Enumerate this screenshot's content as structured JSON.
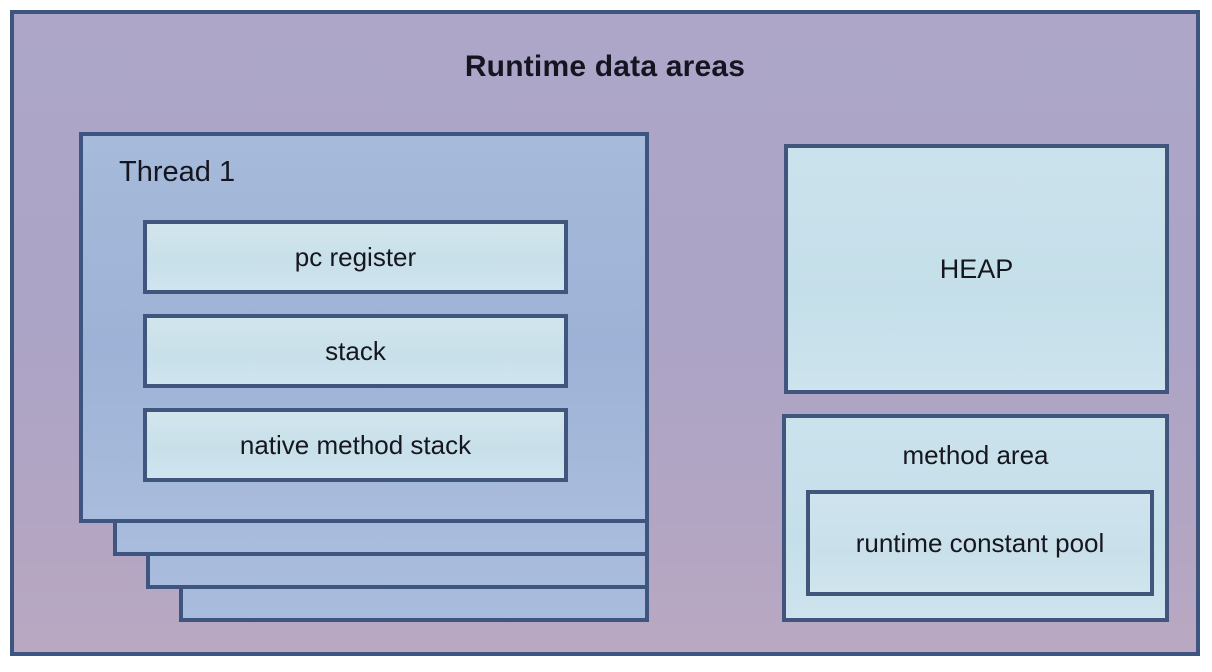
{
  "diagram": {
    "title": "Runtime data areas",
    "frame_fill_color": "#aba4c6",
    "border_color": "#3e5580",
    "thread_card_color": "#9db2d6",
    "memory_box_color": "#c8e0ea",
    "text_color": "#16161f"
  },
  "thread_stack": {
    "card_count": 4,
    "front_card": {
      "label": "Thread 1",
      "regions": [
        {
          "name": "pc-register",
          "label": "pc register"
        },
        {
          "name": "stack",
          "label": "stack"
        },
        {
          "name": "native-method-stack",
          "label": "native method stack"
        }
      ]
    }
  },
  "shared_areas": {
    "heap": {
      "label": "HEAP"
    },
    "method_area": {
      "label": "method area",
      "constant_pool": {
        "label": "runtime constant pool"
      }
    }
  }
}
